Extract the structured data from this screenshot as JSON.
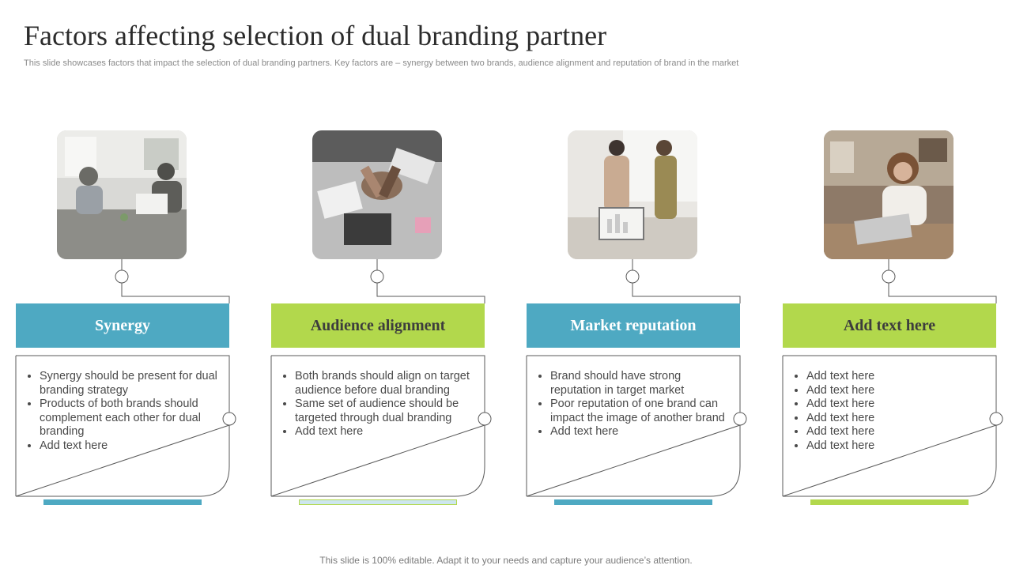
{
  "title": "Factors affecting selection of dual branding partner",
  "subtitle": "This slide showcases factors that impact the selection of dual branding partners. Key factors are – synergy between two brands, audience alignment and reputation of brand in the market",
  "cards": [
    {
      "heading": "Synergy",
      "bullets": [
        "Synergy should be present for dual branding strategy",
        "Products of both brands should complement each other for dual branding",
        "Add text here"
      ]
    },
    {
      "heading": "Audience alignment",
      "bullets": [
        "Both brands should align on target audience before dual branding",
        "Same set of audience should be targeted through dual branding",
        "Add text here"
      ]
    },
    {
      "heading": "Market reputation",
      "bullets": [
        "Brand should have strong reputation in target market",
        "Poor reputation of one brand can impact the image of another brand",
        "Add text here"
      ]
    },
    {
      "heading": "Add text here",
      "bullets": [
        "Add text here",
        "Add text here",
        "Add text here",
        "Add text here",
        "Add text here",
        "Add text here"
      ]
    }
  ],
  "footer": "This slide is 100% editable. Adapt it to your needs and capture your audience’s attention.",
  "colors": {
    "blue": "#4ea9c2",
    "green": "#b2d84c",
    "title": "#2b2b2b"
  }
}
